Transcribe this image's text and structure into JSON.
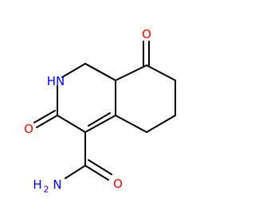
{
  "molecule": {
    "atoms": {
      "o_ketone": "O",
      "nh_ring": "HN",
      "o_lactam": "O",
      "o_amide": "O",
      "nh2": "H",
      "nh2_sub": "2",
      "nh2_n": "N"
    },
    "colors": {
      "bond": "#000000",
      "oxygen": "#ff0000",
      "nitrogen": "#0000ff"
    }
  }
}
